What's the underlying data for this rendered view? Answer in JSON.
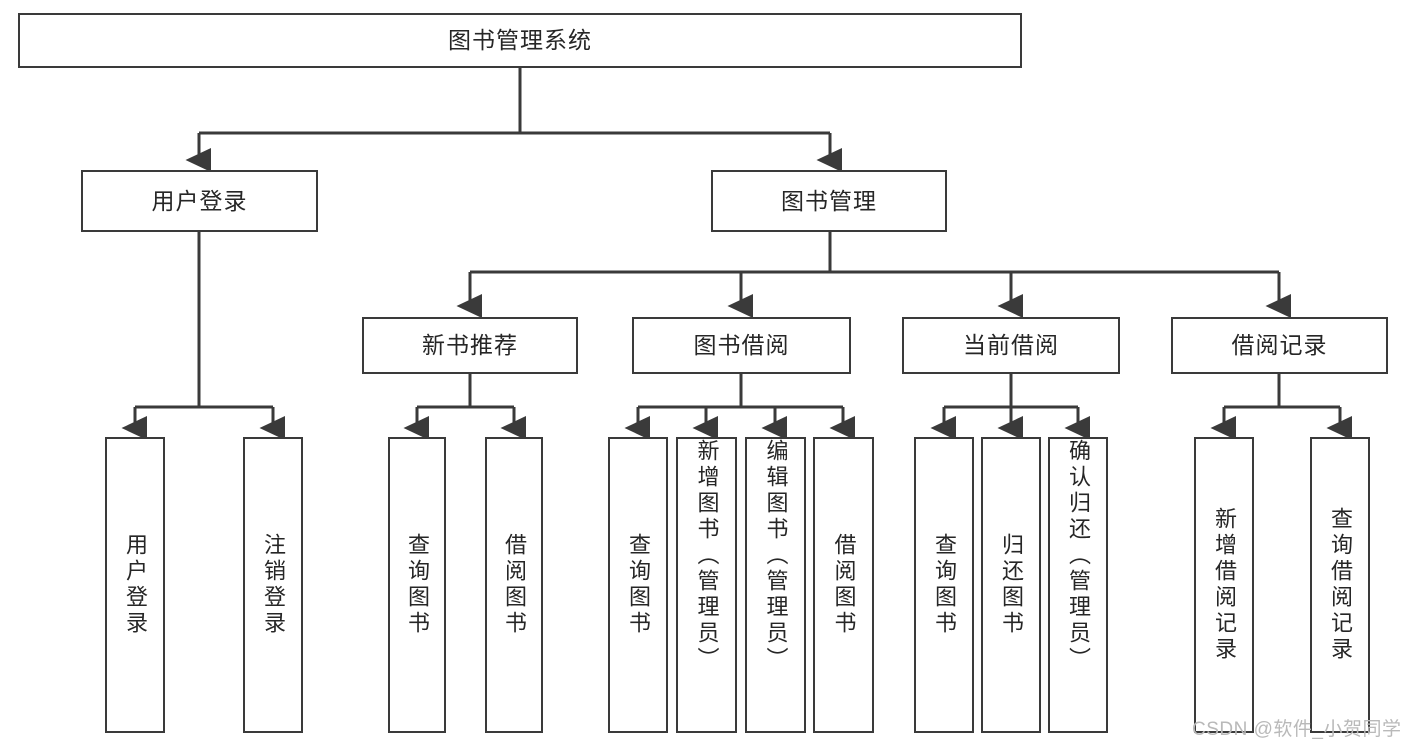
{
  "diagram": {
    "title": "图书管理系统",
    "type": "tree-hierarchy-diagram",
    "root": {
      "label": "图书管理系统"
    },
    "level2": [
      {
        "label": "用户登录"
      },
      {
        "label": "图书管理"
      }
    ],
    "level3": [
      {
        "label": "新书推荐"
      },
      {
        "label": "图书借阅"
      },
      {
        "label": "当前借阅"
      },
      {
        "label": "借阅记录"
      }
    ],
    "leaves": {
      "user_login": [
        {
          "label": "用户登录"
        },
        {
          "label": "注销登录"
        }
      ],
      "new_book_recommend": [
        {
          "label": "查询图书"
        },
        {
          "label": "借阅图书"
        }
      ],
      "book_borrow": [
        {
          "label": "查询图书"
        },
        {
          "label": "新增图书（管理员）"
        },
        {
          "label": "编辑图书（管理员）"
        },
        {
          "label": "借阅图书"
        }
      ],
      "current_borrow": [
        {
          "label": "查询图书"
        },
        {
          "label": "归还图书"
        },
        {
          "label": "确认归还（管理员）"
        }
      ],
      "borrow_record": [
        {
          "label": "新增借阅记录"
        },
        {
          "label": "查询借阅记录"
        }
      ]
    },
    "watermark": "CSDN @软件_小贺同学",
    "colors": {
      "stroke": "#3a3a3a",
      "text": "#262626",
      "background": "#ffffff",
      "watermark": "#b9b9b9"
    }
  }
}
